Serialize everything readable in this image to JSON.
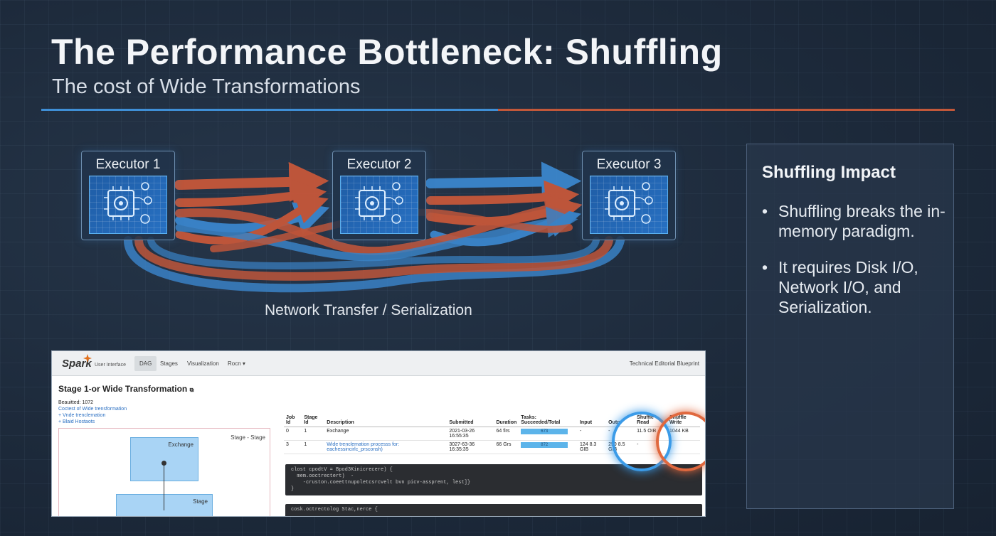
{
  "slide": {
    "title": "The Performance Bottleneck: Shuffling",
    "subtitle": "The cost of Wide Transformations",
    "accent_blue": "#3f8fd6",
    "accent_orange": "#c2583a"
  },
  "diagram": {
    "executors": [
      {
        "label": "Executor 1"
      },
      {
        "label": "Executor 2"
      },
      {
        "label": "Executor 3"
      }
    ],
    "flow_label": "Network Transfer / Serialization",
    "arrow_colors": {
      "orange": "#c6573a",
      "blue": "#3b86cc"
    }
  },
  "impact": {
    "title": "Shuffling Impact",
    "points": [
      "Shuffling breaks the in-memory paradigm.",
      "It requires Disk I/O, Network I/O, and Serialization."
    ]
  },
  "spark_ui": {
    "logo": "Spark",
    "logo_sub": "User Interface",
    "tabs": [
      "DAG",
      "Stages",
      "Visualization",
      "Rocn ▾"
    ],
    "nav_right": "Technical Editorial Blueprint",
    "stage_title": "Stage 1-or Wide Transformation",
    "meta_submitted": "Beauitted: 1072",
    "meta_links": [
      "Coctest of Wide trensformation",
      "+ Vnde trenclemation",
      "+ Blaid Hostaots"
    ],
    "dag_header": "Stage - Stage",
    "dag_nodes": [
      "Exchange",
      "Stage"
    ],
    "table_headers": [
      "Job Id",
      "Stage Id",
      "Description",
      "Submitted",
      "Duration",
      "Tasks: Succeeded/Total",
      "Input",
      "Outp",
      "Shuffle Read",
      "Shuffle Write"
    ],
    "table_rows": [
      [
        "0",
        "1",
        "Exchange",
        "2021-03-26 16:55:35",
        "64 firs",
        "673",
        "-",
        "-",
        "11.5 OIB",
        "1044 KB"
      ],
      [
        "3",
        "1",
        "Wide trenclemation processs for: eachessincirlc_prsconsh)",
        "3027-63-36 16:35:35",
        "66 Grs",
        "872",
        "124 8.3 GIB",
        "259 8.5 GIB",
        "-",
        "-"
      ]
    ],
    "code_block_1": [
      "clost cpodtV = Bpod3Kinicrecere) {",
      "  mem.ooctrectert)  -",
      "    -cruston.coeettnupoletcsrcvelt bvn picv-assprent, lest]}",
      "}"
    ],
    "code_block_2": "cosk.octrectolog Stac,nerce {"
  }
}
